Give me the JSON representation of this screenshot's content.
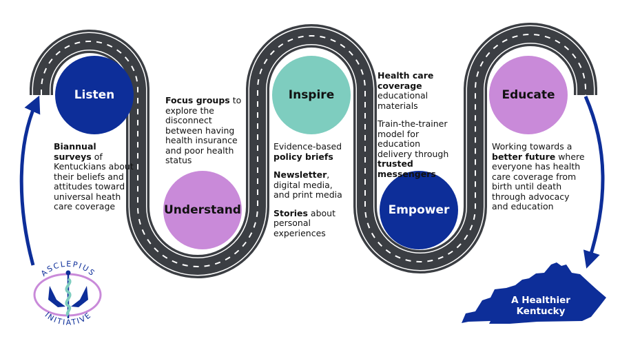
{
  "stages": [
    {
      "label": "Listen",
      "color": "#0d2e99",
      "text_color": "#ffffff"
    },
    {
      "label": "Understand",
      "color": "#c98ad9",
      "text_color": "#111111"
    },
    {
      "label": "Inspire",
      "color": "#7ecdbf",
      "text_color": "#111111"
    },
    {
      "label": "Empower",
      "color": "#0d2e99",
      "text_color": "#ffffff"
    },
    {
      "label": "Educate",
      "color": "#c98ad9",
      "text_color": "#111111"
    }
  ],
  "listen_text": {
    "bold": "Biannual surveys",
    "rest": " of Kentuckians about their beliefs and attitudes toward universal heath care coverage"
  },
  "understand_text": {
    "bold": "Focus groups",
    "rest": " to explore the disconnect between having health insurance and poor health status"
  },
  "inspire_text": [
    {
      "pre": "Evidence-based ",
      "bold": "policy briefs",
      "post": ""
    },
    {
      "pre": "",
      "bold": "Newsletter",
      "post": ", digital media, and print media"
    },
    {
      "pre": "",
      "bold": "Stories",
      "post": " about personal experiences"
    }
  ],
  "empower_text": [
    {
      "pre": "",
      "bold": "Health care coverage",
      "post": " educational materials"
    },
    {
      "pre": "Train-the-trainer model for education delivery through ",
      "bold": "trusted messengers",
      "post": ""
    }
  ],
  "educate_text": {
    "pre": "Working towards a ",
    "bold": "better future",
    "post": " where everyone has health care coverage from birth until death through advocacy and education"
  },
  "logo": {
    "top": "ASCLEPIUS",
    "bottom": "INITIATIVE"
  },
  "destination": {
    "line1": "A Healthier",
    "line2": "Kentucky"
  },
  "colors": {
    "road": "#3b3e43",
    "arrow": "#0d2e99",
    "kentucky": "#0d2e99"
  }
}
